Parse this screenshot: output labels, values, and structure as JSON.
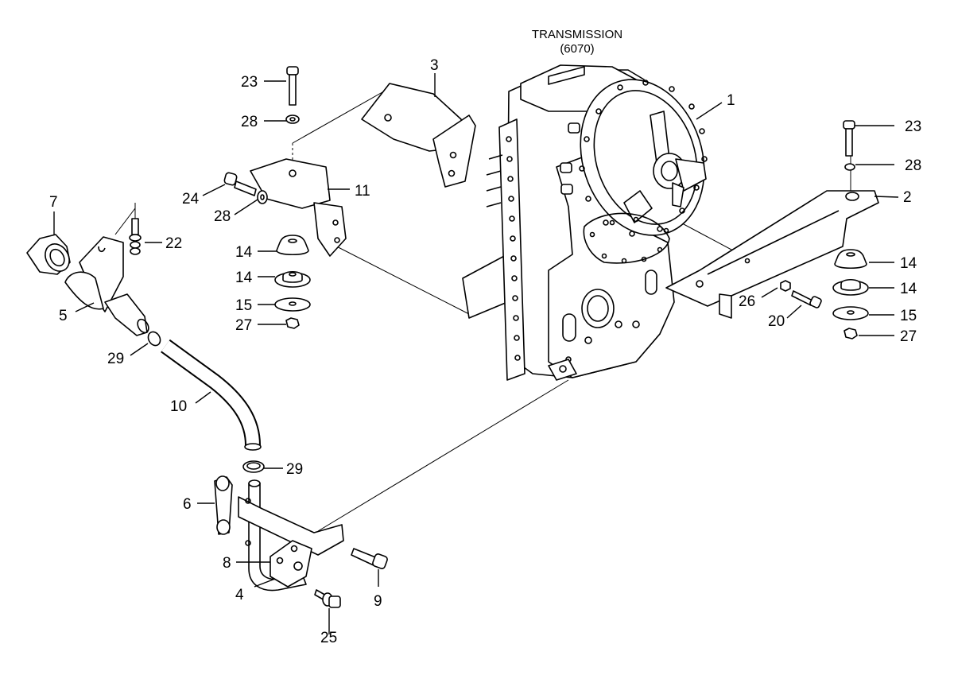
{
  "title": {
    "line1": "TRANSMISSION",
    "line2": "(6070)"
  },
  "callouts": {
    "c1": "1",
    "c2": "2",
    "c3": "3",
    "c4": "4",
    "c5": "5",
    "c6": "6",
    "c7": "7",
    "c8": "8",
    "c9": "9",
    "c10": "10",
    "c11": "11",
    "c14a": "14",
    "c14b": "14",
    "c14c": "14",
    "c14d": "14",
    "c15a": "15",
    "c15b": "15",
    "c20": "20",
    "c22": "22",
    "c23a": "23",
    "c23b": "23",
    "c24": "24",
    "c25": "25",
    "c26": "26",
    "c27a": "27",
    "c27b": "27",
    "c28a": "28",
    "c28b": "28",
    "c28c": "28",
    "c29a": "29",
    "c29b": "29"
  }
}
